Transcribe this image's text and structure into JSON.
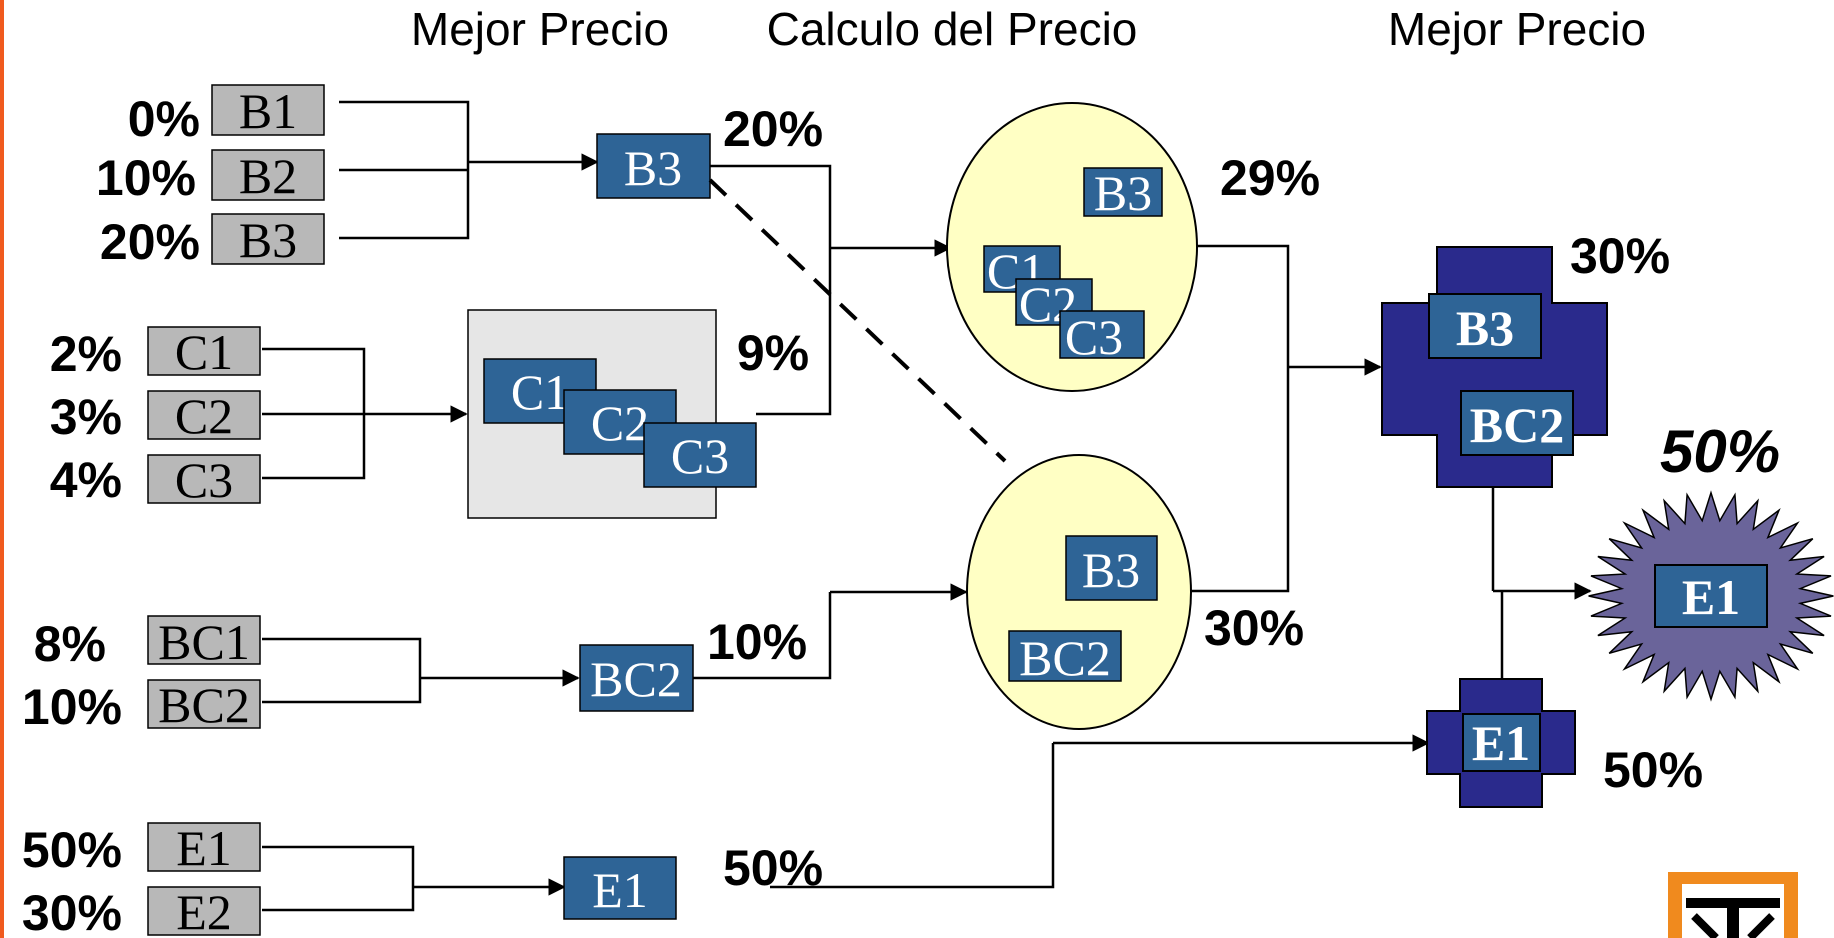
{
  "headers": {
    "left": "Mejor Precio",
    "middle": "Calculo del Precio",
    "right": "Mejor Precio"
  },
  "inputs": {
    "b": [
      {
        "pct": "0%",
        "label": "B1"
      },
      {
        "pct": "10%",
        "label": "B2"
      },
      {
        "pct": "20%",
        "label": "B3"
      }
    ],
    "c": [
      {
        "pct": "2%",
        "label": "C1"
      },
      {
        "pct": "3%",
        "label": "C2"
      },
      {
        "pct": "4%",
        "label": "C3"
      }
    ],
    "bc": [
      {
        "pct": "8%",
        "label": "BC1"
      },
      {
        "pct": "10%",
        "label": "BC2"
      }
    ],
    "e": [
      {
        "pct": "50%",
        "label": "E1"
      },
      {
        "pct": "30%",
        "label": "E2"
      }
    ]
  },
  "stage1": {
    "b3": {
      "label": "B3",
      "pct": "20%"
    },
    "c_group": {
      "labels": [
        "C1",
        "C2",
        "C3"
      ],
      "pct": "9%"
    },
    "bc2": {
      "label": "BC2",
      "pct": "10%"
    },
    "e1": {
      "label": "E1",
      "pct": "50%"
    }
  },
  "stage2": {
    "top_ellipse": {
      "labels": [
        "B3",
        "C1",
        "C2",
        "C3"
      ],
      "pct": "29%"
    },
    "bottom_ellipse": {
      "labels": [
        "B3",
        "BC2"
      ],
      "pct": "30%"
    }
  },
  "stage3": {
    "cross_top": {
      "labels": [
        "B3",
        "BC2"
      ],
      "pct": "30%"
    },
    "cross_bottom": {
      "label": "E1",
      "pct": "50%"
    }
  },
  "final": {
    "label": "E1",
    "pct": "50%"
  },
  "colors": {
    "gray_box": "#b8b8b8",
    "blue_box": "#2e6496",
    "ellipse_fill": "#ffffc4",
    "navy": "#2a2a8c",
    "starburst": "#6a649a",
    "group_panel": "#e6e6e6",
    "slide_accent": "#f05a1e"
  }
}
